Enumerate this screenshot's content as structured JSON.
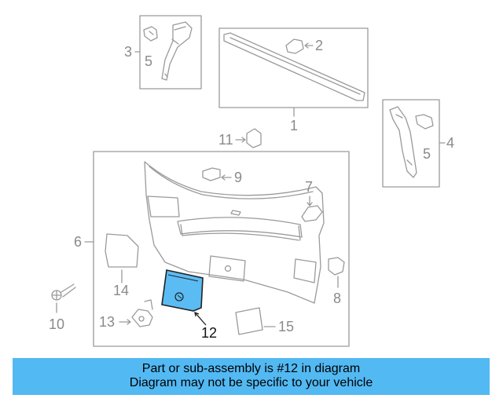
{
  "callouts": {
    "c1": "1",
    "c2": "2",
    "c3": "3",
    "c4": "4",
    "c5": "5",
    "c6": "6",
    "c7": "7",
    "c8": "8",
    "c9": "9",
    "c10": "10",
    "c11": "11",
    "c12": "12",
    "c13": "13",
    "c14": "14",
    "c15": "15"
  },
  "highlight_color": "#5bbcf4",
  "banner": {
    "line1": "Part or sub-assembly is #12 in diagram",
    "line2": "Diagram may not be specific to your vehicle",
    "color": "#53b9f3"
  }
}
